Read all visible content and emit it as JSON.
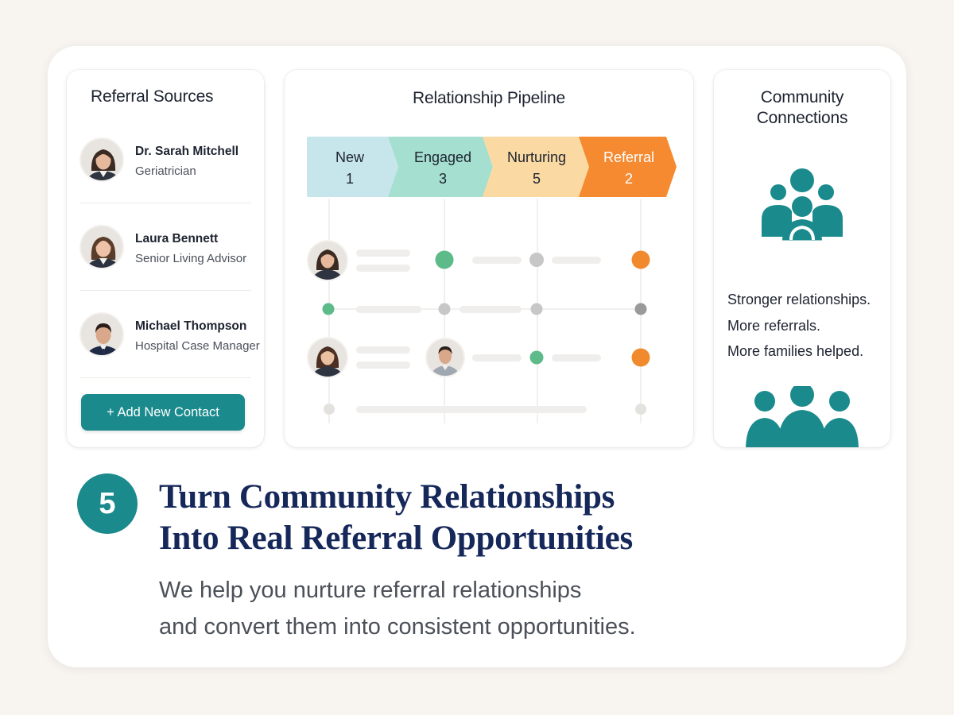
{
  "referral_sources": {
    "title": "Referral Sources",
    "contacts": [
      {
        "name": "Dr. Sarah Mitchell",
        "role": "Geriatrician",
        "avatar": "female-avatar"
      },
      {
        "name": "Laura Bennett",
        "role": "Senior Living Advisor",
        "avatar": "female-avatar"
      },
      {
        "name": "Michael Thompson",
        "role": "Hospital Case Manager",
        "avatar": "male-avatar"
      }
    ],
    "add_button": {
      "icon": "plus-icon",
      "label": "+ Add New Contact"
    }
  },
  "pipeline": {
    "title": "Relationship Pipeline",
    "stages": [
      {
        "label": "New",
        "count": "1",
        "color": "#c6e6ec"
      },
      {
        "label": "Engaged",
        "count": "3",
        "color": "#a5dfcf"
      },
      {
        "label": "Nurturing",
        "count": "5",
        "color": "#fad9a2"
      },
      {
        "label": "Referral",
        "count": "2",
        "color": "#f58a30"
      }
    ],
    "dot_colors": {
      "green": "#5dbb8a",
      "gray": "#c7c7c7",
      "orange": "#f08a2c",
      "dark_gray": "#9a9a9a"
    }
  },
  "community": {
    "title_line1": "Community",
    "title_line2": "Connections",
    "icon_top": "community-group-icon",
    "lines": [
      "Stronger relationships.",
      "More referrals.",
      "More families helped."
    ],
    "icon_bottom": "people-group-icon",
    "color": "#1a8a8c"
  },
  "step": {
    "number": "5",
    "headline_line1": "Turn Community Relationships",
    "headline_line2": "Into Real Referral Opportunities",
    "sub_line1": "We help you nurture referral relationships",
    "sub_line2": "and convert them into consistent opportunities."
  },
  "colors": {
    "accent": "#1a8a8c",
    "headline": "#16285a"
  }
}
